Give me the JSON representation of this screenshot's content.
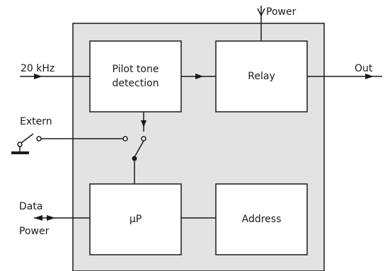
{
  "diagram": {
    "blocks": {
      "pilot": "Pilot tone\ndetection",
      "relay": "Relay",
      "up": "μP",
      "address": "Address"
    },
    "labels": {
      "power_top": "Power",
      "freq_in": "20 kHz",
      "out": "Out",
      "extern": "Extern",
      "data": "Data",
      "power_bottom": "Power"
    },
    "colors": {
      "panel_fill": "#e3e3e3",
      "block_fill": "#ffffff",
      "line": "#1a1a1a"
    }
  }
}
